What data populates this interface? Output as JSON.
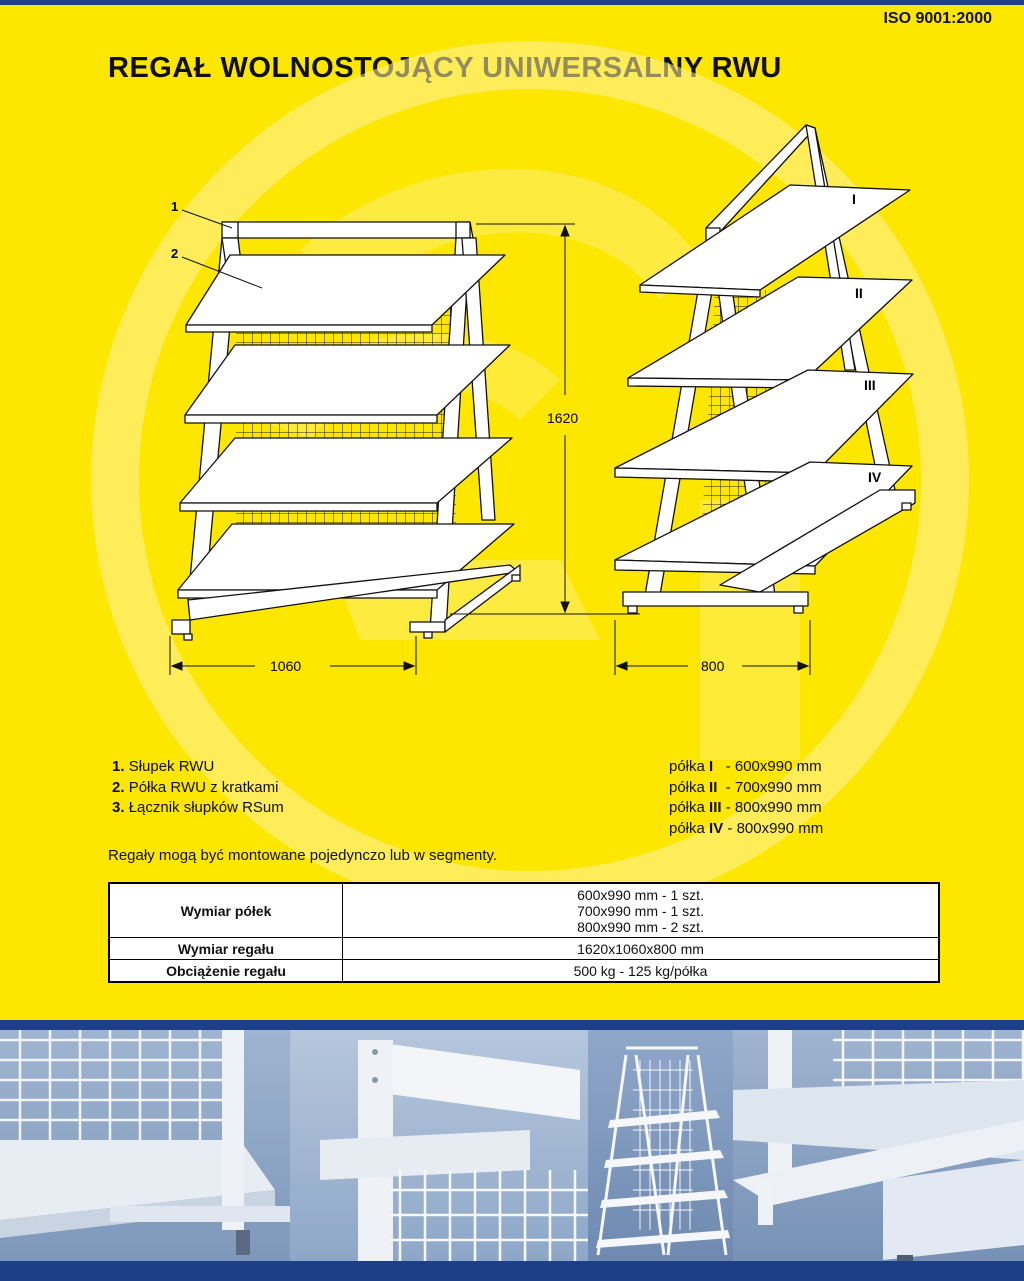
{
  "header": {
    "certificate": "ISO 9001:2000",
    "title": "REGAŁ WOLNOSTOJĄCY UNIWERSALNY RWU"
  },
  "drawing": {
    "callouts": [
      "1",
      "2"
    ],
    "dimensions": {
      "height": "1620",
      "width": "1060",
      "depth": "800"
    },
    "shelf_marks": [
      "I",
      "II",
      "III",
      "IV"
    ]
  },
  "legend": [
    {
      "num": "1.",
      "text": "Słupek RWU"
    },
    {
      "num": "2.",
      "text": "Półka RWU z kratkami"
    },
    {
      "num": "3.",
      "text": "Łącznik słupków RSum"
    }
  ],
  "shelf_sizes": [
    {
      "prefix": "półka ",
      "mark": "I",
      "sep": "   - ",
      "size": "600x990 mm"
    },
    {
      "prefix": "półka ",
      "mark": "II",
      "sep": "  - ",
      "size": "700x990 mm"
    },
    {
      "prefix": "półka ",
      "mark": "III",
      "sep": " - ",
      "size": "800x990 mm"
    },
    {
      "prefix": "półka ",
      "mark": "IV",
      "sep": " - ",
      "size": "800x990 mm"
    }
  ],
  "note": "Regały mogą być montowane pojedynczo lub w segmenty.",
  "spec_table": [
    {
      "label": "Wymiar półek",
      "values": [
        "600x990 mm - 1 szt.",
        "700x990 mm - 1 szt.",
        "800x990 mm - 2 szt."
      ]
    },
    {
      "label": "Wymiar regału",
      "values": [
        "1620x1060x800 mm"
      ]
    },
    {
      "label": "Obciążenie regału",
      "values": [
        "500 kg - 125 kg/półka"
      ]
    }
  ],
  "colors": {
    "background": "#fde600",
    "bar": "#1d3f87",
    "photo_bg": "#8da6c6"
  }
}
